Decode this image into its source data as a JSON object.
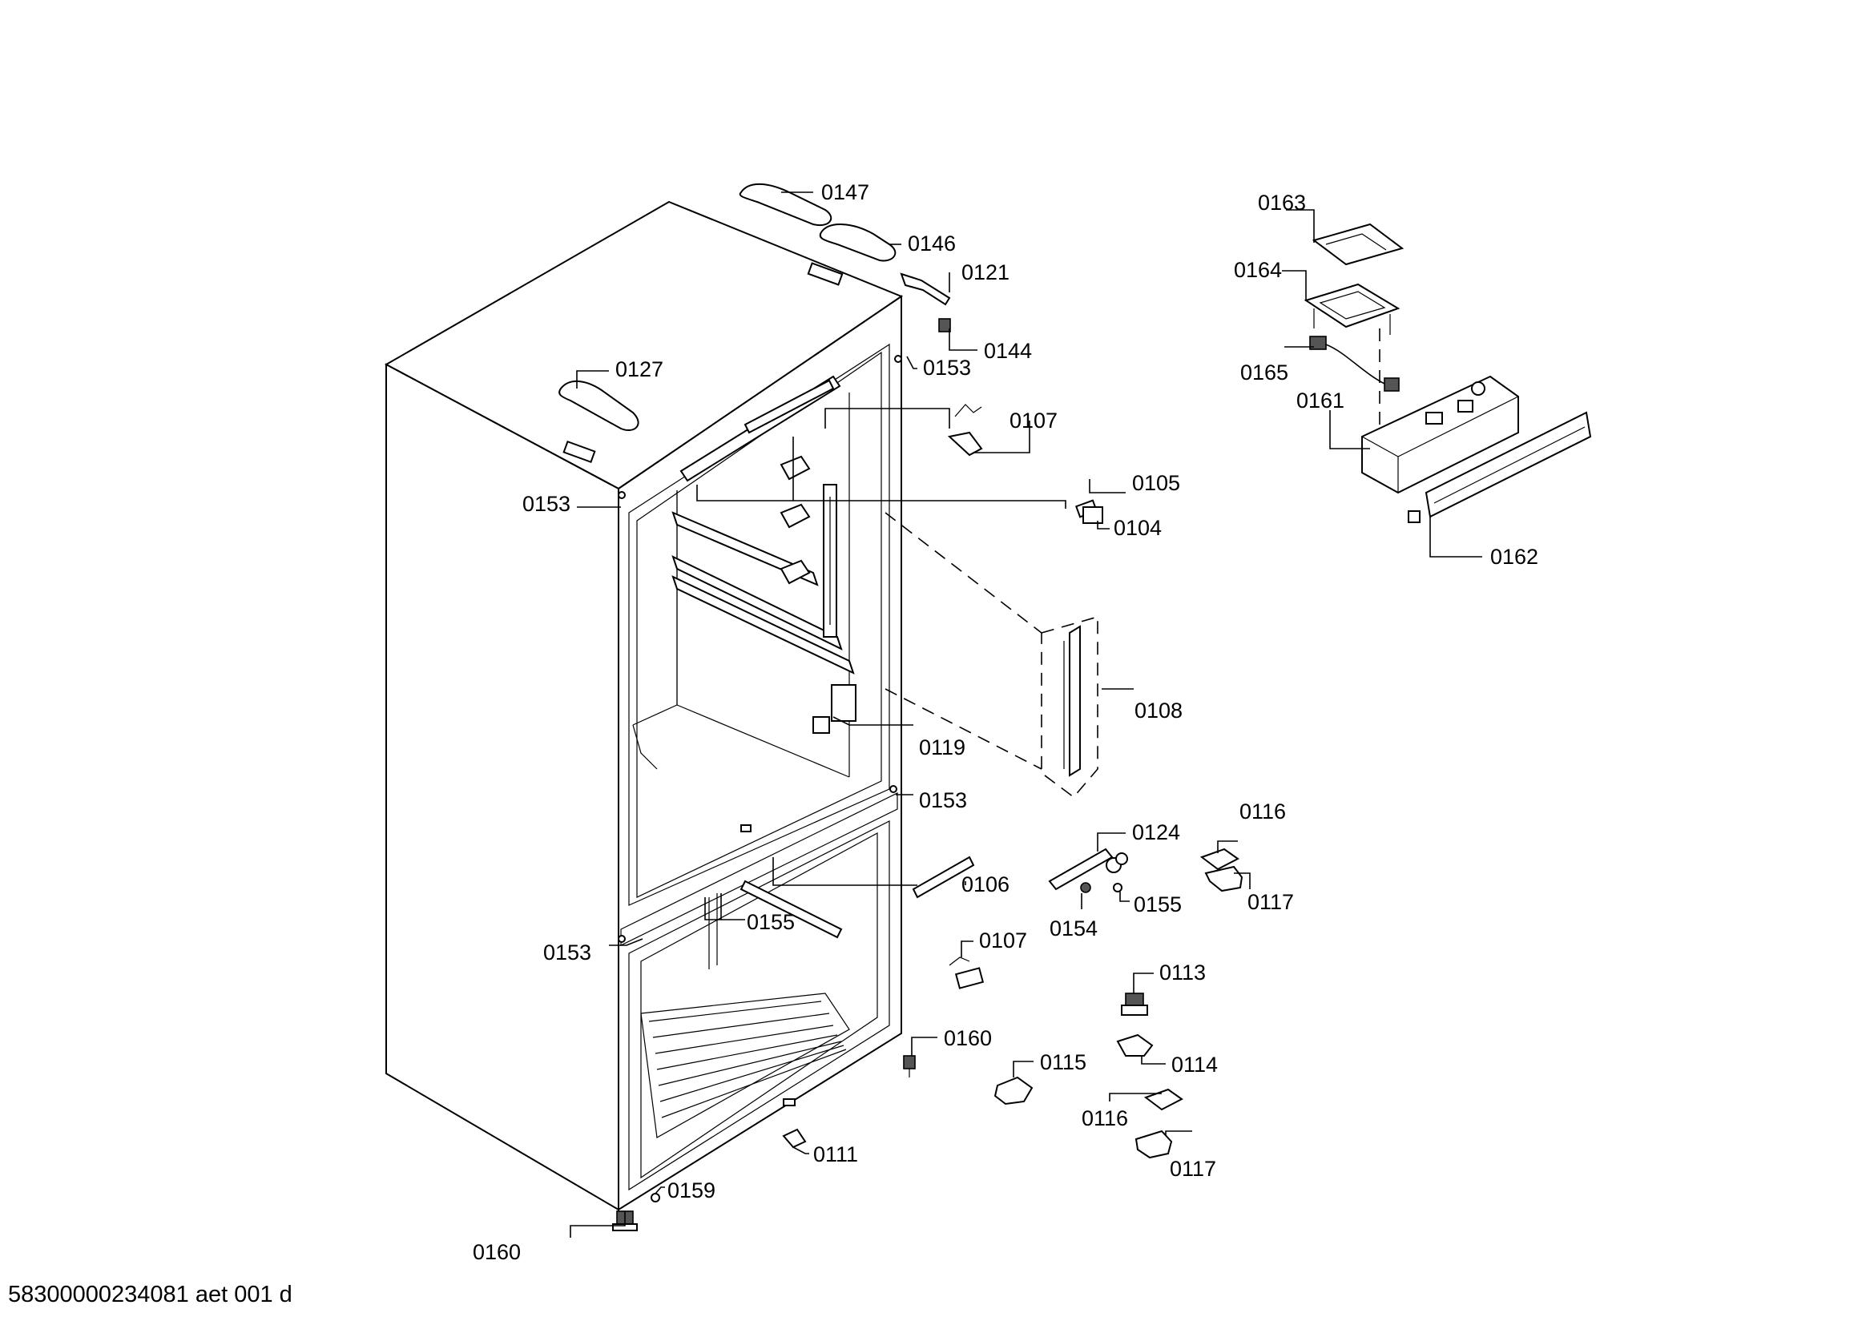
{
  "document_id": "58300000234081 aet 001 d",
  "labels": {
    "p0147": "0147",
    "p0146": "0146",
    "p0121": "0121",
    "p0144": "0144",
    "p0153_top": "0153",
    "p0127": "0127",
    "p0107_top": "0107",
    "p0153_left": "0153",
    "p0105": "0105",
    "p0104": "0104",
    "p0108": "0108",
    "p0119": "0119",
    "p0153_mid": "0153",
    "p0106": "0106",
    "p0155_left": "0155",
    "p0153_low": "0153",
    "p0124": "0124",
    "p0154": "0154",
    "p0155_right": "0155",
    "p0116_top": "0116",
    "p0117_top": "0117",
    "p0107_low": "0107",
    "p0113": "0113",
    "p0160_right": "0160",
    "p0115": "0115",
    "p0114": "0114",
    "p0116_low": "0116",
    "p0117_low": "0117",
    "p0111": "0111",
    "p0159": "0159",
    "p0160_low": "0160",
    "p0163": "0163",
    "p0164": "0164",
    "p0165": "0165",
    "p0161": "0161",
    "p0162": "0162"
  }
}
